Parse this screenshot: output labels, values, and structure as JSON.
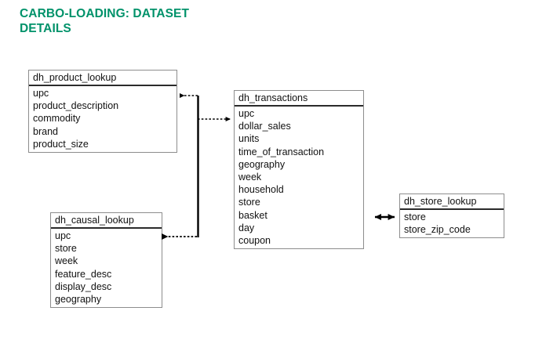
{
  "page": {
    "title": "CARBO-LOADING: DATASET\nDETAILS",
    "title_color": "#00926a",
    "background_color": "#ffffff"
  },
  "diagram": {
    "type": "entity-relationship-diagram",
    "entities": [
      {
        "id": "dh_product_lookup",
        "name": "dh_product_lookup",
        "fields": [
          "upc",
          "product_description",
          "commodity",
          "brand",
          "product_size"
        ]
      },
      {
        "id": "dh_causal_lookup",
        "name": "dh_causal_lookup",
        "fields": [
          "upc",
          "store",
          "week",
          "feature_desc",
          "display_desc",
          "geography"
        ]
      },
      {
        "id": "dh_transactions",
        "name": "dh_transactions",
        "fields": [
          "upc",
          "dollar_sales",
          "units",
          "time_of_transaction",
          "geography",
          "week",
          "household",
          "store",
          "basket",
          "day",
          "coupon"
        ]
      },
      {
        "id": "dh_store_lookup",
        "name": "dh_store_lookup",
        "fields": [
          "store",
          "store_zip_code"
        ]
      }
    ],
    "relationships": [
      {
        "id": "rel-transactions-to-product",
        "from": "dh_transactions",
        "to": "dh_product_lookup",
        "style": "dashed",
        "arrow": "single-left"
      },
      {
        "id": "rel-product-to-transactions",
        "from": "dh_product_lookup",
        "to": "dh_transactions",
        "style": "dashed",
        "arrow": "single-right"
      },
      {
        "id": "rel-transactions-to-causal",
        "from": "dh_transactions",
        "to": "dh_causal_lookup",
        "style": "dashed",
        "arrow": "single-left"
      },
      {
        "id": "rel-transactions-store",
        "from": "dh_transactions",
        "to": "dh_store_lookup",
        "style": "solid",
        "arrow": "double"
      }
    ]
  }
}
